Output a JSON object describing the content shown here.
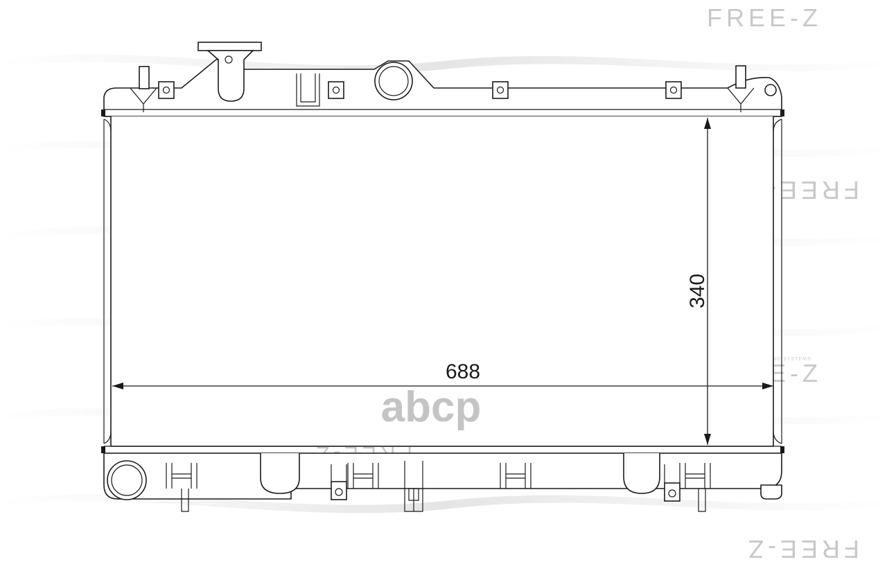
{
  "watermark": {
    "brand": "FREE-Z",
    "tagline": "COOLING SYSTEMS"
  },
  "dimensions": {
    "width_label": "688",
    "height_label": "340"
  },
  "marketplace_logo": "abcp",
  "colors": {
    "outline": "#1a1a1a",
    "watermark": "#c8c8c8",
    "background": "#ffffff"
  }
}
